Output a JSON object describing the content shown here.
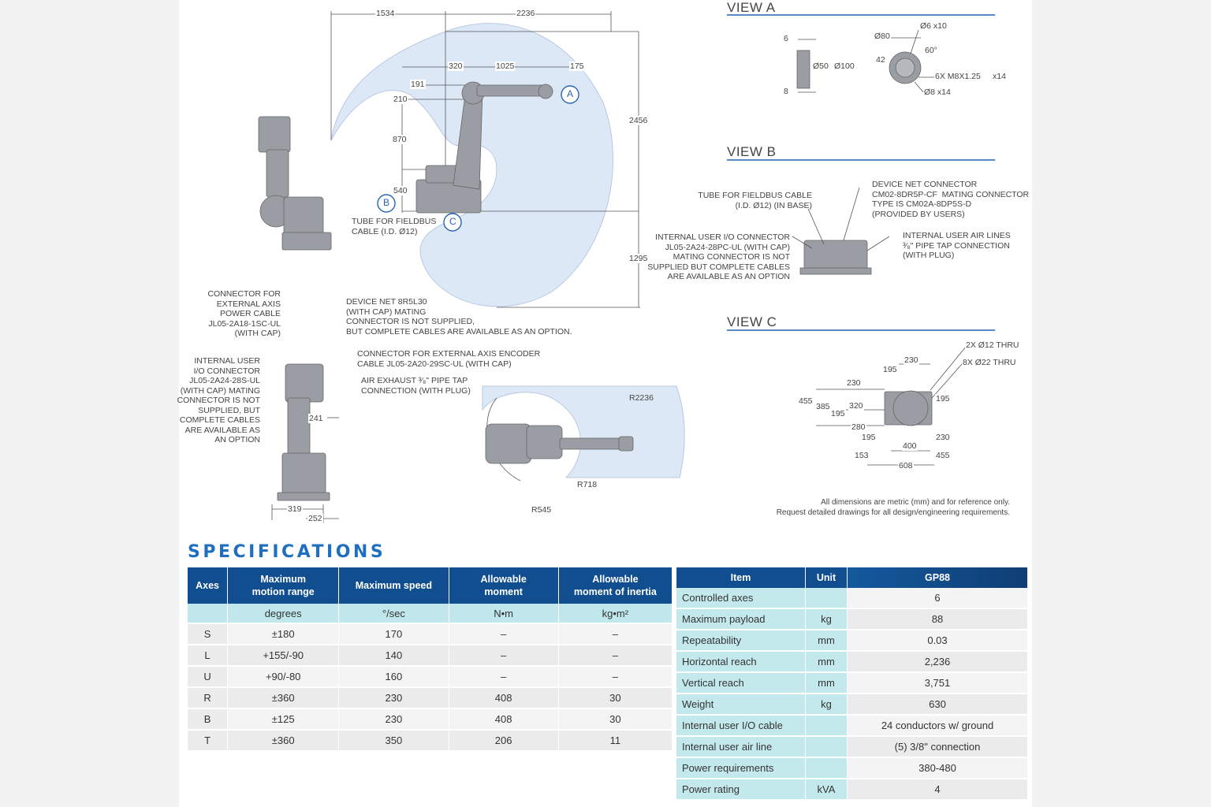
{
  "drawing": {
    "side_view": {
      "dims": {
        "d1534": "1534",
        "d2236": "2236",
        "d320": "320",
        "d1025": "1025",
        "d175": "175",
        "d191": "191",
        "d210": "210",
        "d870": "870",
        "d540": "540",
        "d2456": "2456",
        "d1295": "1295"
      },
      "markers": {
        "a": "A",
        "b": "B",
        "c": "C"
      },
      "fieldbus_label": "TUBE FOR FIELDBUS\nCABLE (I.D. Ø12)"
    },
    "rear_view": {
      "connector_power_label": "CONNECTOR FOR\nEXTERNAL AXIS\nPOWER CABLE\nJL05-2A18-1SC-UL\n(WITH CAP)",
      "internal_io_label": "INTERNAL USER\nI/O CONNECTOR\nJL05-2A24-28S-UL\n(WITH CAP) MATING\nCONNECTOR IS NOT\nSUPPLIED, BUT\nCOMPLETE CABLES\nARE AVAILABLE AS\nAN OPTION",
      "devicenet_label": "DEVICE NET 8R5L30\n(WITH CAP) MATING\nCONNECTOR IS NOT SUPPLIED,\nBUT COMPLETE CABLES ARE AVAILABLE AS AN OPTION.",
      "encoder_label": "CONNECTOR FOR EXTERNAL AXIS ENCODER\nCABLE JL05-2A20-29SC-UL (WITH CAP)",
      "air_exhaust_label": "AIR EXHAUST ³⁄₈\" PIPE TAP\nCONNECTION (WITH PLUG)",
      "dims": {
        "d241": "241",
        "d319": "319",
        "d252": "252"
      }
    },
    "top_view": {
      "dims": {
        "r2236": "R2236",
        "r718": "R718",
        "r545": "R545"
      }
    },
    "view_a": {
      "title": "VIEW A",
      "dims": {
        "d6": "6",
        "d8": "8",
        "o50": "Ø50",
        "o100": "Ø100",
        "o80": "Ø80",
        "o6": "Ø6  x10",
        "d42": "42",
        "a60": "60°",
        "m8": "6X M8X1.25",
        "x14a": "x14",
        "o8": "Ø8  x14"
      }
    },
    "view_b": {
      "title": "VIEW B",
      "fieldbus_label": "TUBE FOR FIELDBUS CABLE\n(I.D. Ø12) (IN BASE)",
      "devicenet_label": "DEVICE NET CONNECTOR\nCM02-8DR5P-CF  MATING CONNECTOR\nTYPE IS CM02A-8DP5S-D\n(PROVIDED BY USERS)",
      "io_label": "INTERNAL USER I/O CONNECTOR\nJL05-2A24-28PC-UL (WITH CAP)\nMATING CONNECTOR IS NOT\nSUPPLIED BUT COMPLETE CABLES\nARE AVAILABLE AS AN OPTION",
      "air_label": "INTERNAL USER AIR LINES\n³⁄₈\" PIPE TAP CONNECTION\n(WITH PLUG)"
    },
    "view_c": {
      "title": "VIEW C",
      "dims": {
        "o12": "2X Ø12 THRU",
        "o22": "8X Ø22 THRU",
        "d230a": "230",
        "d195a": "195",
        "d230b": "230",
        "d455a": "455",
        "d385": "385",
        "d195b": "195",
        "d320": "320",
        "d195c": "195",
        "d280": "280",
        "d195d": "195",
        "d230c": "230",
        "d400": "400",
        "d153": "153",
        "d455b": "455",
        "d608": "608"
      }
    },
    "footnote": "All dimensions are metric (mm) and for reference only.\nRequest detailed drawings for all design/engineering requirements."
  },
  "specs": {
    "heading": "SPECIFICATIONS",
    "axes_table": {
      "headers": [
        "Axes",
        "Maximum\nmotion range",
        "Maximum speed",
        "Allowable\nmoment",
        "Allowable\nmoment of inertia"
      ],
      "units": [
        "",
        "degrees",
        "°/sec",
        "N•m",
        "kg•m²"
      ],
      "rows": [
        [
          "S",
          "±180",
          "170",
          "–",
          "–"
        ],
        [
          "L",
          "+155/-90",
          "140",
          "–",
          "–"
        ],
        [
          "U",
          "+90/-80",
          "160",
          "–",
          "–"
        ],
        [
          "R",
          "±360",
          "230",
          "408",
          "30"
        ],
        [
          "B",
          "±125",
          "230",
          "408",
          "30"
        ],
        [
          "T",
          "±360",
          "350",
          "206",
          "11"
        ]
      ]
    },
    "item_table": {
      "headers": [
        "Item",
        "Unit",
        "GP88"
      ],
      "rows": [
        [
          "Controlled axes",
          "",
          "6"
        ],
        [
          "Maximum payload",
          "kg",
          "88"
        ],
        [
          "Repeatability",
          "mm",
          "0.03"
        ],
        [
          "Horizontal reach",
          "mm",
          "2,236"
        ],
        [
          "Vertical reach",
          "mm",
          "3,751"
        ],
        [
          "Weight",
          "kg",
          "630"
        ],
        [
          "Internal user I/O cable",
          "",
          "24 conductors w/ ground"
        ],
        [
          "Internal user air line",
          "",
          "(5) 3/8\" connection"
        ],
        [
          "Power requirements",
          "",
          "380-480"
        ],
        [
          "Power rating",
          "kVA",
          "4"
        ]
      ]
    }
  }
}
